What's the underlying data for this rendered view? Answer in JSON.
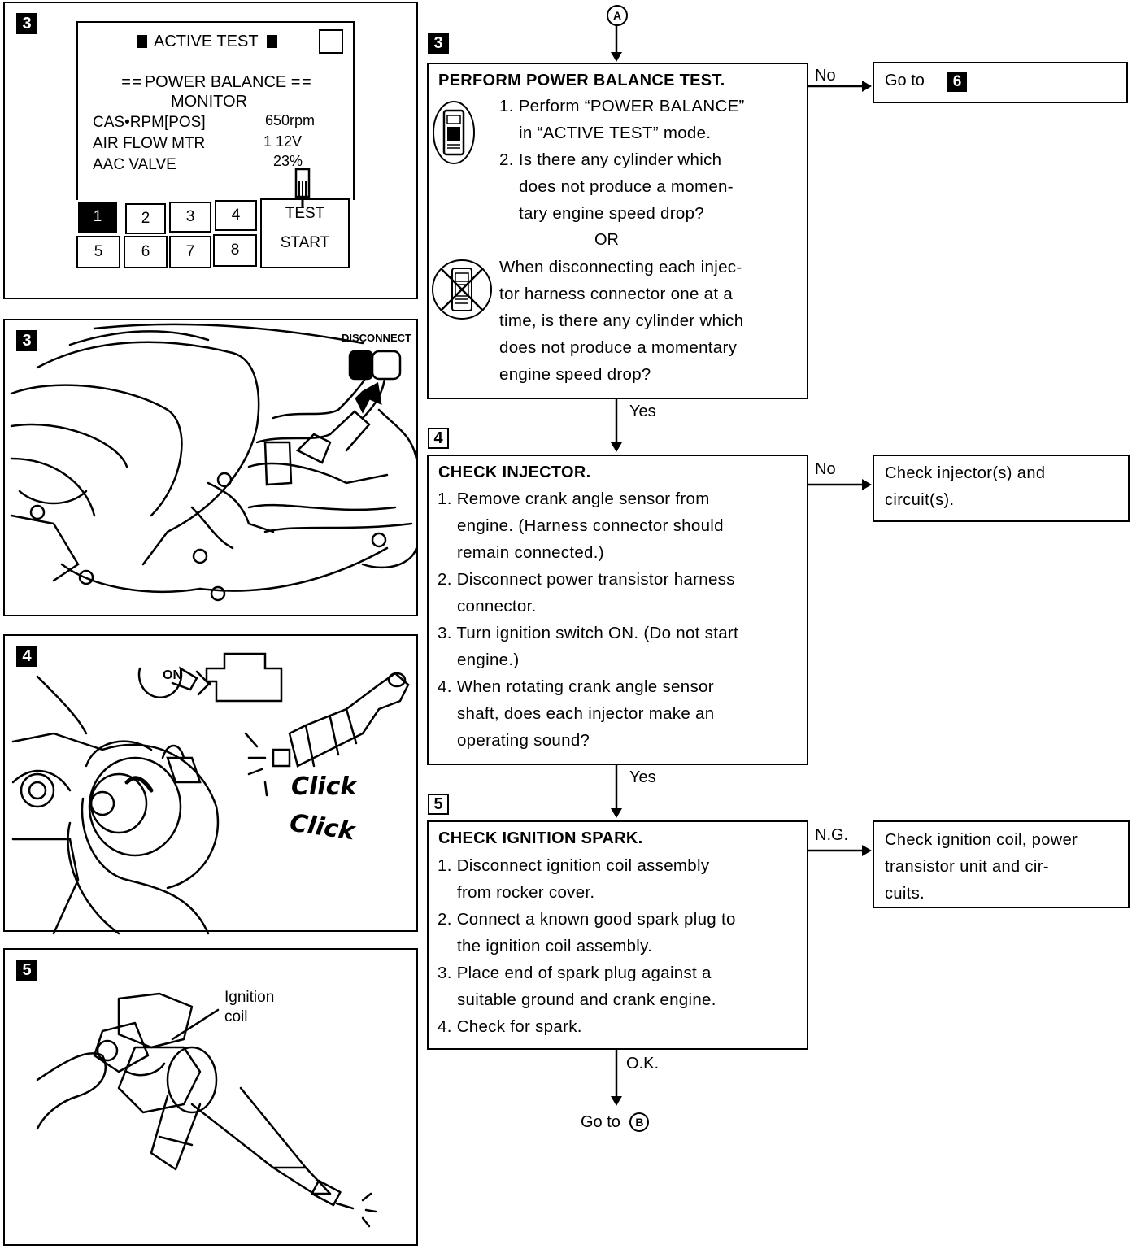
{
  "left_panels": {
    "p3a": {
      "step": "3",
      "screen_title": "ACTIVE TEST",
      "mode_line_1": "POWER BALANCE",
      "mode_line_2": "MONITOR",
      "rows": [
        {
          "label": "CAS•RPM[POS]",
          "value": "650rpm"
        },
        {
          "label": "AIR FLOW MTR",
          "value": "1 12V"
        },
        {
          "label": "AAC VALVE",
          "value": "23%"
        }
      ],
      "cyl_buttons": [
        "1",
        "2",
        "3",
        "4",
        "5",
        "6",
        "7",
        "8"
      ],
      "test_label": "TEST",
      "start_label": "START"
    },
    "p3b": {
      "step": "3",
      "disconnect_label": "DISCONNECT"
    },
    "p4": {
      "step": "4",
      "key_label": "ON",
      "click1": "Click",
      "click2": "Click"
    },
    "p5": {
      "step": "5",
      "callout_line1": "Ignition",
      "callout_line2": "coil"
    }
  },
  "flow": {
    "entry": "A",
    "step3": {
      "step": "3",
      "title": "PERFORM POWER BALANCE TEST.",
      "a_lines": [
        "1. Perform “POWER BALANCE”",
        "    in “ACTIVE TEST” mode.",
        "2. Is there any cylinder which",
        "    does not produce a momen-",
        "    tary engine speed drop?"
      ],
      "or": "OR",
      "b_lines": [
        "When disconnecting each injec-",
        "tor harness connector one at a",
        "time, is there any cylinder which",
        "does not produce a momentary",
        "engine speed drop?"
      ],
      "no_label": "No",
      "no_text": "Go to",
      "no_step": "6",
      "yes_label": "Yes"
    },
    "step4": {
      "step": "4",
      "title": "CHECK INJECTOR.",
      "lines": [
        "1. Remove crank angle sensor from",
        "    engine. (Harness connector should",
        "    remain connected.)",
        "2. Disconnect power transistor harness",
        "    connector.",
        "3. Turn ignition switch ON. (Do not start",
        "    engine.)",
        "4. When rotating crank angle sensor",
        "    shaft, does each injector make an",
        "    operating sound?"
      ],
      "no_label": "No",
      "no_lines": [
        "Check injector(s) and",
        "circuit(s)."
      ],
      "yes_label": "Yes"
    },
    "step5": {
      "step": "5",
      "title": "CHECK IGNITION SPARK.",
      "lines": [
        "1. Disconnect ignition coil assembly",
        "    from rocker cover.",
        "2. Connect a known good spark plug to",
        "    the ignition coil assembly.",
        "3. Place end of spark plug against a",
        "    suitable ground and crank engine.",
        "4. Check for spark."
      ],
      "ng_label": "N.G.",
      "ng_lines": [
        "Check ignition coil, power",
        "transistor unit and cir-",
        "cuits."
      ],
      "ok_label": "O.K.",
      "exit_text": "Go to",
      "exit_node": "B"
    }
  }
}
